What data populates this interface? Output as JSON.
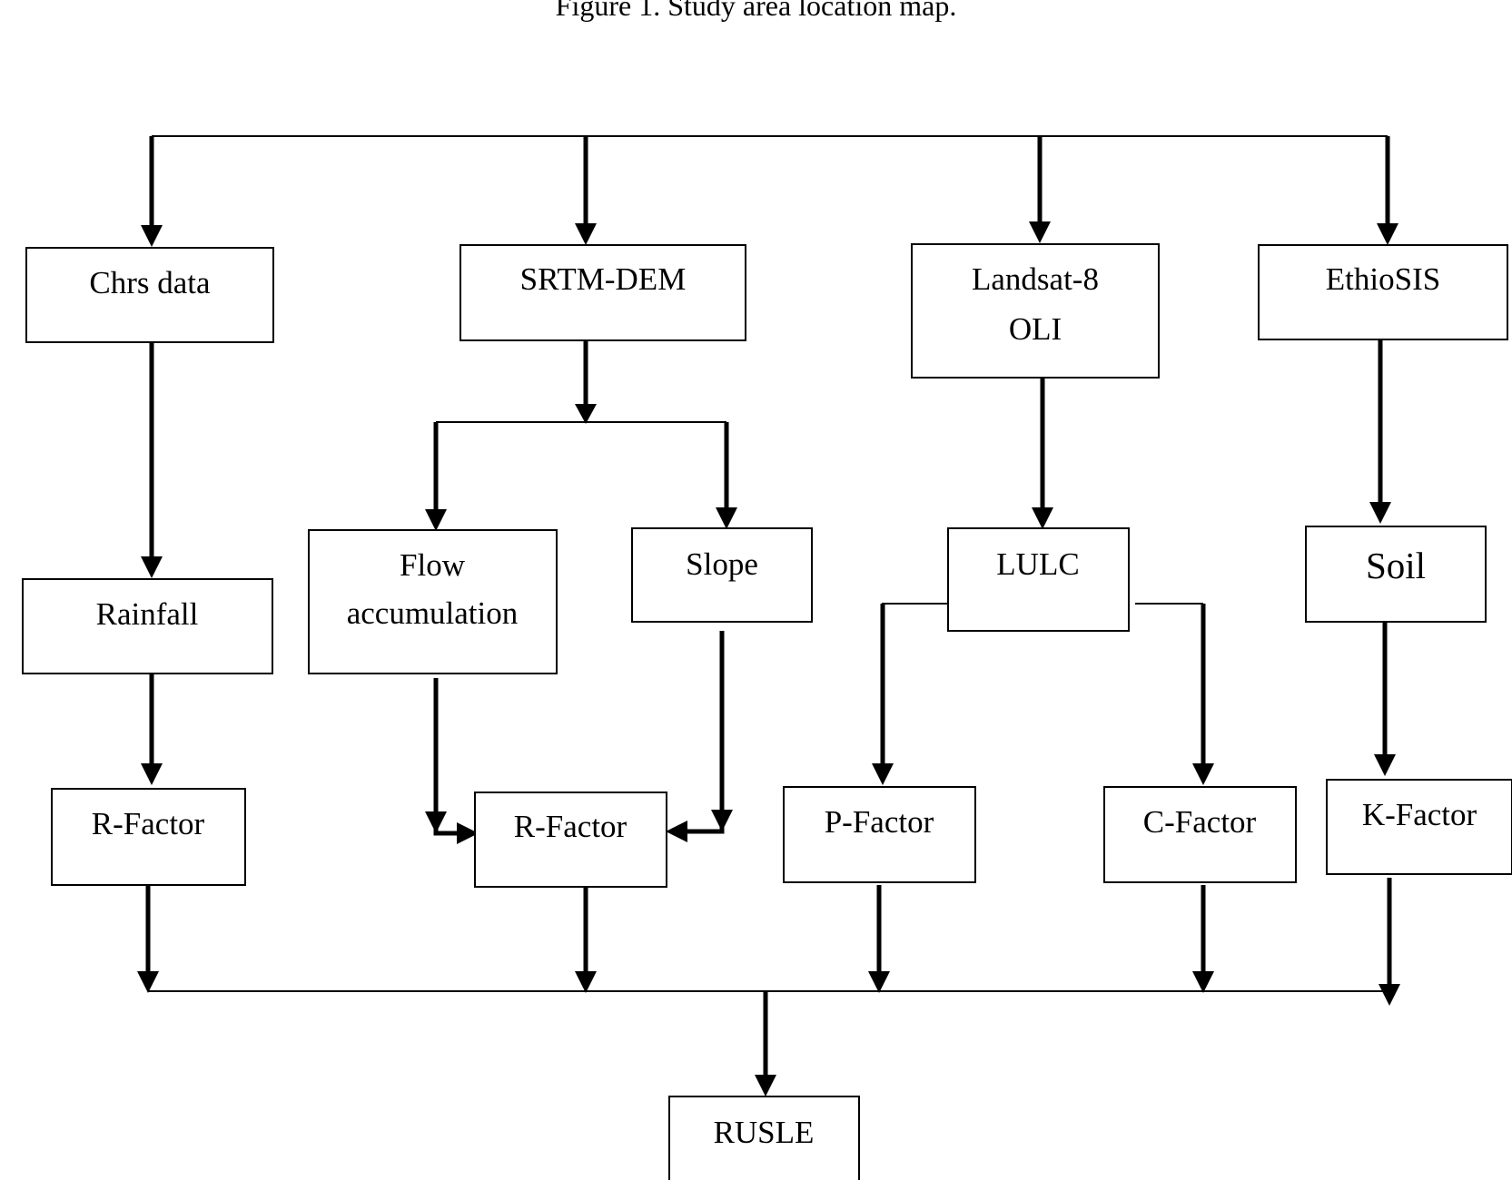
{
  "caption": "Figure 1. Study area location map.",
  "nodes": {
    "chrs": [
      "Chrs data"
    ],
    "srtm": [
      "SRTM-DEM"
    ],
    "landsat": [
      "Landsat-8",
      "OLI"
    ],
    "ethio": [
      "EthioSIS"
    ],
    "rain": [
      "Rainfall"
    ],
    "flow": [
      "Flow",
      "accumulation"
    ],
    "slope": [
      "Slope"
    ],
    "lulc": [
      "LULC"
    ],
    "soil": [
      "Soil"
    ],
    "rfac1": [
      "R-Factor"
    ],
    "rfac2": [
      "R-Factor"
    ],
    "pfac": [
      "P-Factor"
    ],
    "cfac": [
      "C-Factor"
    ],
    "kfac": [
      "K-Factor"
    ],
    "rusle": [
      "RUSLE"
    ]
  }
}
